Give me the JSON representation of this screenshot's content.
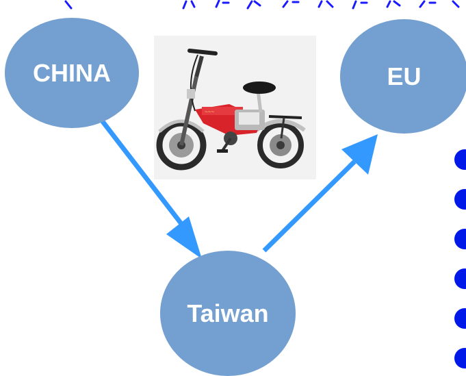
{
  "nodes": {
    "china": "CHINA",
    "eu": "EU",
    "taiwan": "Taiwan"
  },
  "colors": {
    "node_fill": "#739fd1",
    "node_text": "#ffffff",
    "arrow": "#3399ff",
    "bullet": "#0019e8",
    "top_text": "#1a1aff"
  },
  "image": {
    "subject": "red folding electric bicycle"
  },
  "bullet_count": 6
}
